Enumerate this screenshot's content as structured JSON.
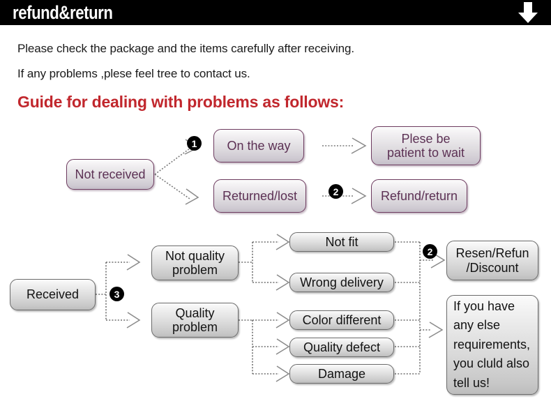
{
  "header": {
    "title": "refund&return",
    "arrow_icon": "down-arrow-icon"
  },
  "intro": {
    "line1": "Please check the package and the items carefully after receiving.",
    "line2": "If any problems ,plese feel tree to contact us.",
    "guide_heading": "Guide for dealing with problems as follows:"
  },
  "colors": {
    "header_bg": "#000000",
    "heading_red": "#c1272d",
    "box_purple_text": "#5c3154",
    "box_purple_border": "#6d3b5f",
    "box_gray_border": "#6b6b6b",
    "box_text": "#121212",
    "badge_bg": "#000000"
  },
  "flow_not_received": {
    "source": "Not received",
    "badge_1": "1",
    "badge_2": "2",
    "branch_top": "On the way",
    "branch_bottom": "Returned/lost",
    "result_top": "Plese be\npatient to wait",
    "result_top_line1": "Plese be",
    "result_top_line2": "patient to wait",
    "result_bottom": "Refund/return"
  },
  "flow_received": {
    "source": "Received",
    "badge_3": "3",
    "badge_2": "2",
    "category_top_line1": "Not quality",
    "category_top_line2": "problem",
    "category_bottom_line1": "Quality",
    "category_bottom_line2": "problem",
    "issues_not_quality": [
      "Not fit",
      "Wrong delivery"
    ],
    "issues_quality": [
      "Color different",
      "Quality defect",
      "Damage"
    ],
    "result_top_line1": "Resen/Refun",
    "result_top_line2": "/Discount",
    "result_note_lines": [
      "If you have",
      "any else",
      "requirements,",
      "you cluld also",
      "tell us!"
    ]
  }
}
